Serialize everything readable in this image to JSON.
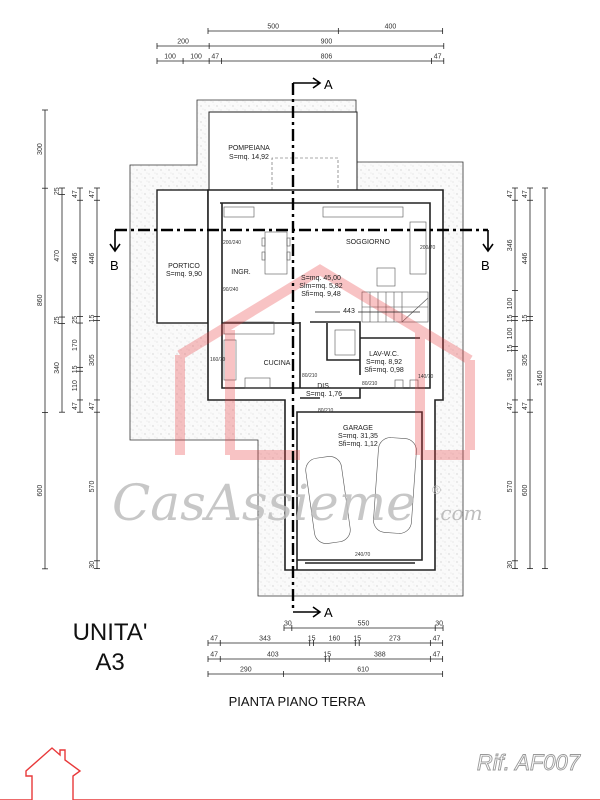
{
  "title": "PIANTA PIANO TERRA",
  "unit_label": {
    "line1": "UNITA'",
    "line2": "A3"
  },
  "reference": "Rif. AF007",
  "watermark": {
    "brand": "CasAssieme",
    "suffix": ".com",
    "registered": "®"
  },
  "colors": {
    "accent_red": "#e8393a",
    "watermark_gray": "#bdbdbd",
    "ground_hatch": "#f3f3f3"
  },
  "section_markers": {
    "a": "A",
    "b": "B"
  },
  "rooms": {
    "pompeiana": {
      "name": "POMPEIANA",
      "area": "S=mq. 14,92"
    },
    "portico": {
      "name": "PORTICO",
      "area": "S=mq. 9,90"
    },
    "ingresso": {
      "name": "INGR."
    },
    "soggiorno": {
      "name": "SOGGIORNO",
      "area": "S=mq. 45,00",
      "slm": "Slm=mq. 5,82",
      "sfi": "Sfi=mq. 9,48"
    },
    "cucina": {
      "name": "CUCINA"
    },
    "lavanderia": {
      "name": "LAV-W.C.",
      "area": "S=mq. 8,92",
      "sfi": "Sfi=mq. 0,98"
    },
    "disimpegno": {
      "name": "DIS.",
      "area": "S=mq. 1,76"
    },
    "garage": {
      "name": "GARAGE",
      "area": "S=mq. 31,35",
      "sfi": "Sfi=mq. 1,12"
    }
  },
  "stair_length": "443",
  "openings": [
    "200/240",
    "90/240",
    "160/70",
    "200/70",
    "140/70",
    "80/210",
    "80/210",
    "80/210",
    "240/70"
  ],
  "dimensions": {
    "top": [
      [
        500,
        400
      ],
      [
        200,
        900
      ],
      [
        100,
        100,
        47,
        806,
        47
      ]
    ],
    "bottom": [
      [
        30,
        550,
        30
      ],
      [
        47,
        343,
        15,
        160,
        15,
        273,
        47
      ],
      [
        47,
        403,
        15,
        388,
        47
      ],
      [
        290,
        610
      ]
    ],
    "left": [
      [
        300,
        860,
        600
      ],
      [
        25,
        470,
        25,
        340
      ],
      [
        47,
        446,
        25,
        170,
        15,
        110,
        47
      ],
      [
        47,
        446,
        15,
        305,
        47,
        570,
        30
      ]
    ],
    "right": [
      [
        47,
        346,
        100,
        15,
        100,
        15,
        190,
        47,
        570,
        30
      ],
      [
        47,
        446,
        15,
        305,
        47,
        600
      ],
      [
        1460
      ]
    ]
  }
}
